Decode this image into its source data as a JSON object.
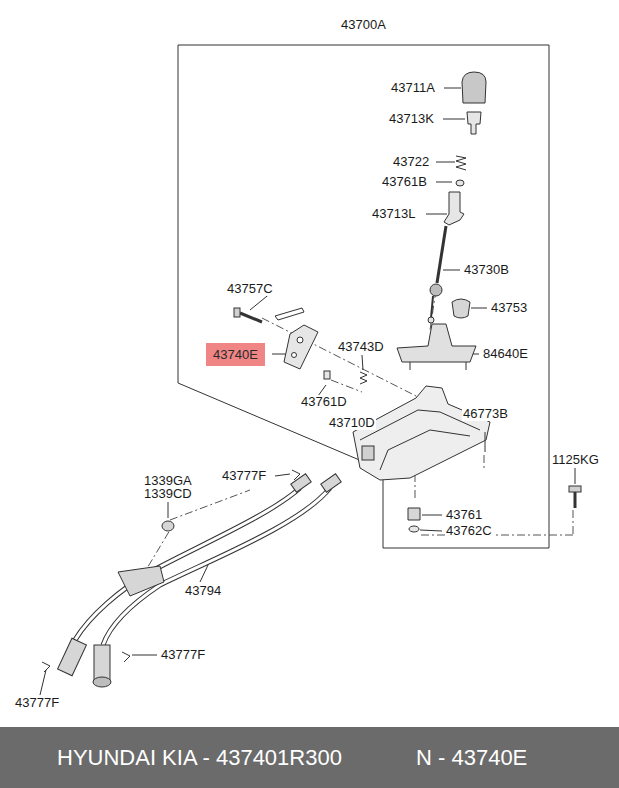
{
  "diagram": {
    "nodes": [
      {
        "text": [
          "43740E"
        ]
      },
      {
        "text": [
          "HYUNDAI KIA - 437401R300",
          "N - 43740E"
        ]
      }
    ],
    "labels": [
      "43700A",
      "43711A",
      "43713K",
      "43722",
      "43761B",
      "43713L",
      "43730B",
      "43753",
      "43757C",
      "43743D",
      "84640E",
      "43761D",
      "43710D",
      "46773B",
      "1125KG",
      "43777F",
      "1339GA",
      "1339CD",
      "43761",
      "43762C",
      "43794",
      "43777F",
      "43777F"
    ]
  }
}
